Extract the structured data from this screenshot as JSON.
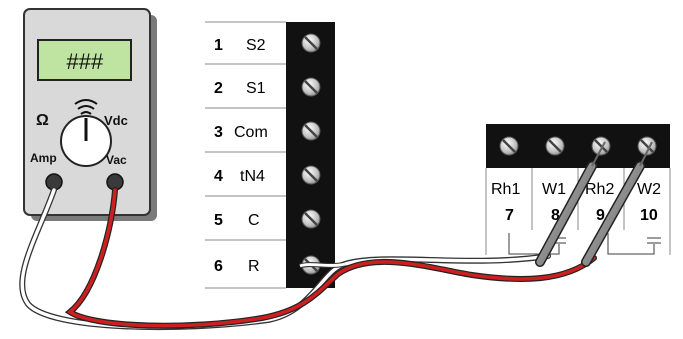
{
  "meter": {
    "display": "###",
    "labels": {
      "ohm": "Ω",
      "vdc": "Vdc",
      "amp": "Amp",
      "vac": "Vac"
    }
  },
  "left_terminals": [
    {
      "num": "1",
      "label": "S2"
    },
    {
      "num": "2",
      "label": "S1"
    },
    {
      "num": "3",
      "label": "Com"
    },
    {
      "num": "4",
      "label": "tN4"
    },
    {
      "num": "5",
      "label": "C"
    },
    {
      "num": "6",
      "label": "R"
    }
  ],
  "right_terminals": [
    {
      "label": "Rh1",
      "num": "7"
    },
    {
      "label": "W1",
      "num": "8"
    },
    {
      "label": "Rh2",
      "num": "9"
    },
    {
      "label": "W2",
      "num": "10"
    }
  ],
  "colors": {
    "meter_body": "#d9d9d9",
    "meter_screen": "#bfe3a0",
    "terminal_strip": "#111111",
    "lead_red": "#cc1f1f",
    "lead_white": "#ffffff",
    "probe": "#8c8c8c"
  }
}
